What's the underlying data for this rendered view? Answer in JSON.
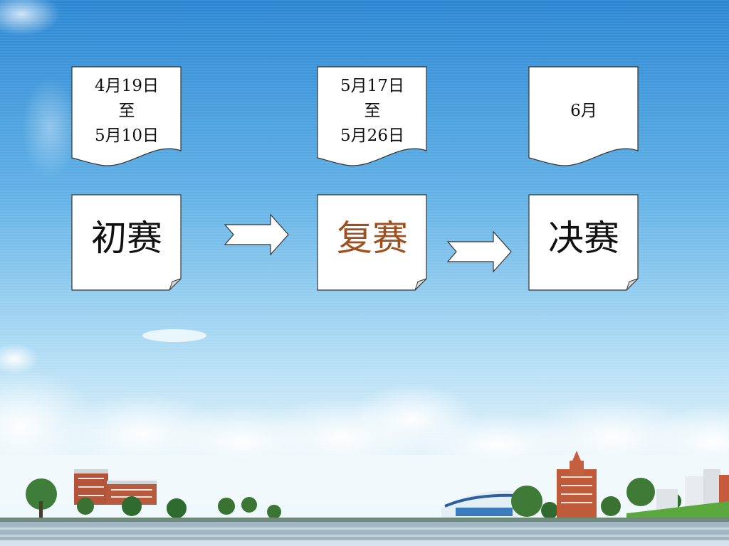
{
  "stages": [
    {
      "date_lines": [
        "4月19日",
        "至",
        "5月10日"
      ],
      "name": "初赛",
      "name_color": "#111111"
    },
    {
      "date_lines": [
        "5月17日",
        "至",
        "5月26日"
      ],
      "name": "复赛",
      "name_color": "#a0501e"
    },
    {
      "date_lines": [
        "6月"
      ],
      "name": "决赛",
      "name_color": "#111111"
    }
  ],
  "colors": {
    "sky_top": "#2f8fd8",
    "sky_mid": "#8fcaef",
    "sky_low": "#e4f3fb",
    "card_fill": "#ffffff",
    "card_stroke": "#333333"
  },
  "icons": [
    "arrow-right-icon"
  ]
}
